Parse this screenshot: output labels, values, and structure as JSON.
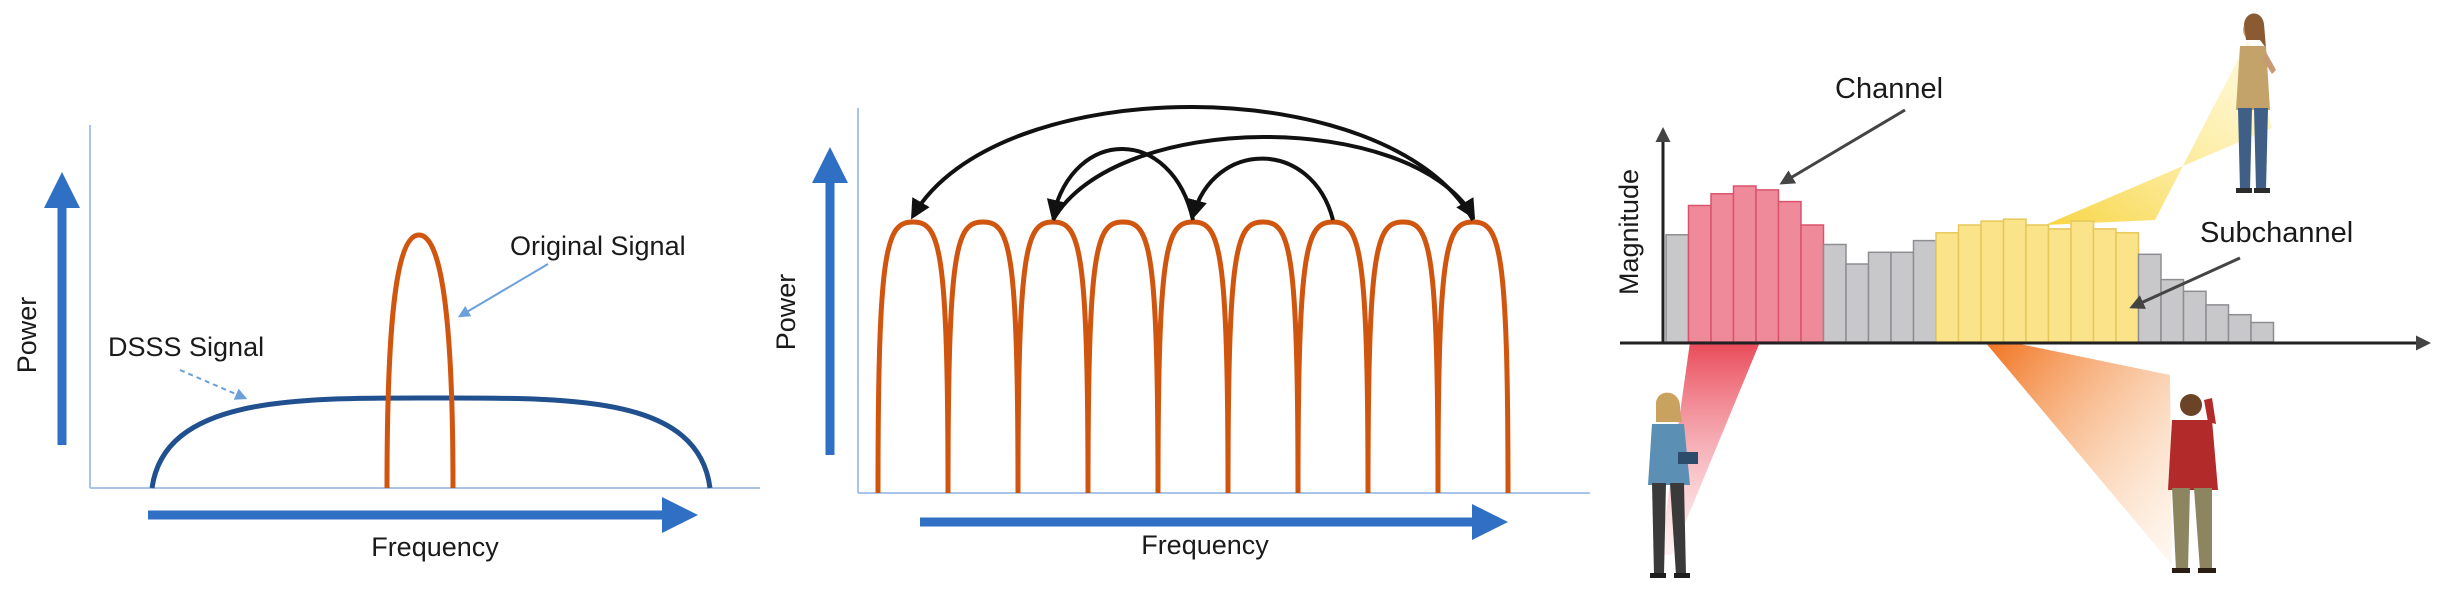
{
  "panel_dsss": {
    "y_axis_label": "Power",
    "x_axis_label": "Frequency",
    "narrowband_label": "Original Signal",
    "spread_label": "DSSS Signal"
  },
  "panel_fhss": {
    "y_axis_label": "Power",
    "x_axis_label": "Frequency",
    "carrier_count": 9,
    "hops": [
      [
        8,
        0
      ],
      [
        2,
        8
      ],
      [
        4,
        2
      ],
      [
        6,
        4
      ]
    ]
  },
  "panel_ofdma": {
    "y_axis_label": "Magnitude",
    "channel_label": "Channel",
    "subchannel_label": "Subchannel",
    "bars": [
      {
        "h": 0.55,
        "g": "gray"
      },
      {
        "h": 0.7,
        "g": "channel"
      },
      {
        "h": 0.76,
        "g": "channel"
      },
      {
        "h": 0.8,
        "g": "channel"
      },
      {
        "h": 0.78,
        "g": "channel"
      },
      {
        "h": 0.72,
        "g": "channel"
      },
      {
        "h": 0.6,
        "g": "channel"
      },
      {
        "h": 0.5,
        "g": "gray"
      },
      {
        "h": 0.4,
        "g": "gray"
      },
      {
        "h": 0.46,
        "g": "gray"
      },
      {
        "h": 0.46,
        "g": "gray"
      },
      {
        "h": 0.52,
        "g": "gray"
      },
      {
        "h": 0.56,
        "g": "sub"
      },
      {
        "h": 0.6,
        "g": "sub"
      },
      {
        "h": 0.62,
        "g": "sub"
      },
      {
        "h": 0.63,
        "g": "sub"
      },
      {
        "h": 0.6,
        "g": "sub"
      },
      {
        "h": 0.58,
        "g": "sub"
      },
      {
        "h": 0.62,
        "g": "sub"
      },
      {
        "h": 0.58,
        "g": "sub"
      },
      {
        "h": 0.56,
        "g": "sub"
      },
      {
        "h": 0.45,
        "g": "gray"
      },
      {
        "h": 0.32,
        "g": "gray"
      },
      {
        "h": 0.26,
        "g": "gray"
      },
      {
        "h": 0.19,
        "g": "gray"
      },
      {
        "h": 0.14,
        "g": "gray"
      },
      {
        "h": 0.1,
        "g": "gray"
      }
    ]
  },
  "colors": {
    "axis_arrow": "#2f6fc4",
    "axis_line": "#a9c4e6",
    "carrier": "#d0550f",
    "spread": "#21508f",
    "hop_arrow": "#111111",
    "bar_gray": "#c8c8ca",
    "bar_channel": "#ef8a9a",
    "bar_sub": "#fbe38a",
    "beam_red": "#e8404f",
    "beam_yellow": "#f7d33a",
    "beam_orange": "#f07a1e"
  }
}
